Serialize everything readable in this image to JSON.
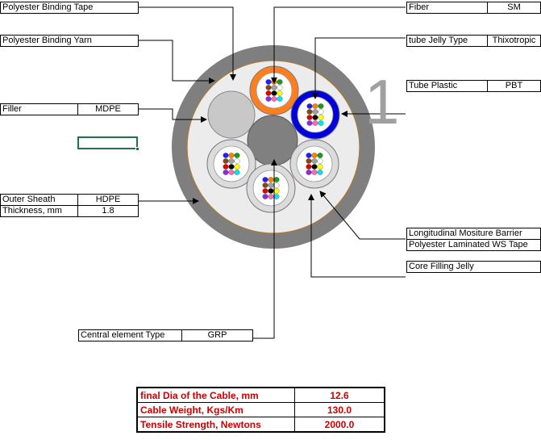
{
  "labels": {
    "polyester_binding_tape": "Polyester Binding Tape",
    "polyester_binding_yarn": "Polyester Binding Yarn",
    "filler": {
      "label": "Filler",
      "value": "MDPE"
    },
    "outer_sheath": {
      "label": "Outer Sheath",
      "value": "HDPE"
    },
    "thickness": {
      "label": "Thickness, mm",
      "value": "1.8"
    },
    "central_element": {
      "label": "Central element Type",
      "value": "GRP"
    },
    "fiber": {
      "label": "Fiber",
      "value": "SM"
    },
    "tube_jelly": {
      "label": "tube Jelly Type",
      "value": "Thixotropic"
    },
    "tube_plastic": {
      "label": "Tube Plastic",
      "value": "PBT"
    },
    "moisture_barrier_1": "Longitudinal Mositure Barrier",
    "moisture_barrier_2": "Polyester Laminated  WS Tape",
    "core_filling_jelly": "Core Filling Jelly"
  },
  "watermark": "1",
  "results": [
    {
      "label": "final Dia of the Cable, mm",
      "value": "12.6"
    },
    {
      "label": "Cable Weight, Kgs/Km",
      "value": "130.0"
    },
    {
      "label": "Tensile Strength, Newtons",
      "value": "2000.0"
    }
  ],
  "colors": {
    "outer_sheath": "#7f7f7f",
    "binding_tape": "#a87a3c",
    "core_fill": "#ececec",
    "filler_rod": "#c8c8c8",
    "central_element": "#808080",
    "tube_orange": "#ff7f1f",
    "tube_blue": "#0000dd",
    "tube_grey": "#dcdcdc",
    "result_text": "#cc0000",
    "selection": "#217346"
  },
  "fiber_colors": [
    "#1f1fff",
    "#ff7f00",
    "#1a9a1a",
    "#8b4513",
    "#a0a0a0",
    "#ffffff",
    "#e00000",
    "#000000",
    "#ffff00",
    "#8a2be2",
    "#ff69b4",
    "#00e5ee"
  ]
}
